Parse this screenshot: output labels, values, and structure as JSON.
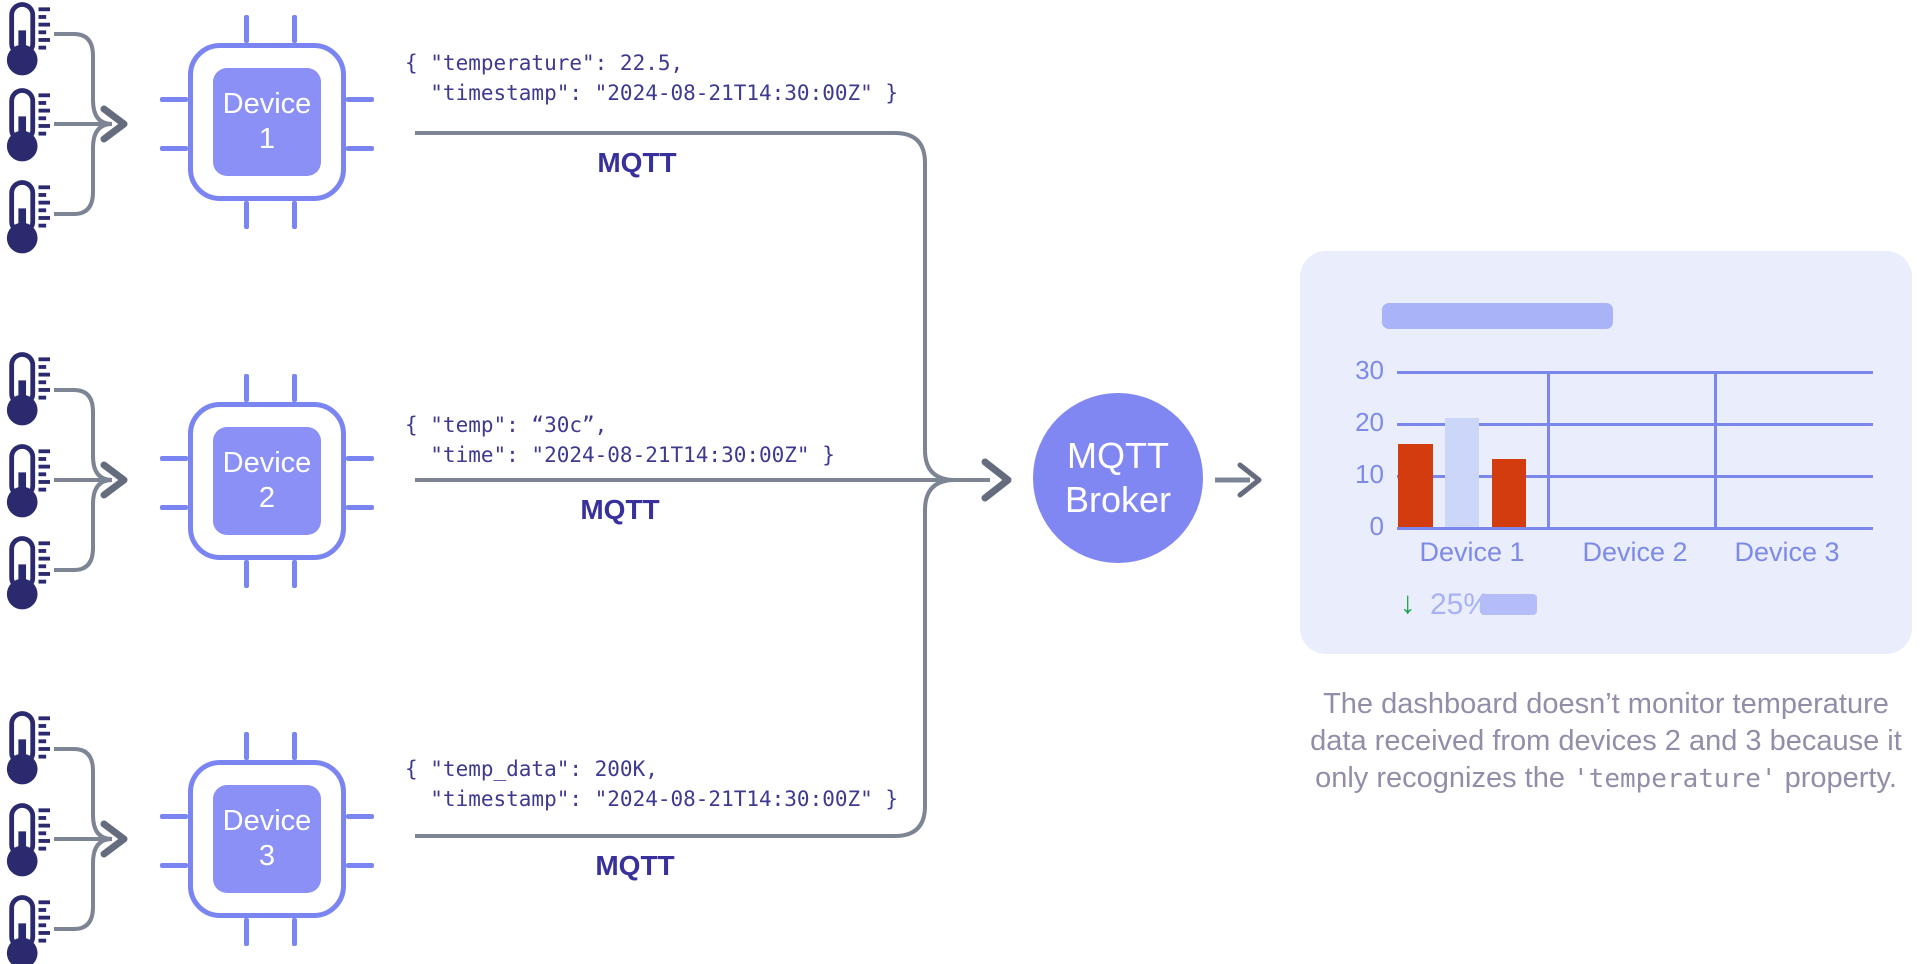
{
  "colors": {
    "chip_outline": "#7b85f1",
    "chip_fill": "#8a90f5",
    "broker_fill": "#8187f2",
    "payload_text": "#3d3a8f",
    "mqtt_label_text": "#38309b",
    "wire_gray": "#7d8494",
    "thermometer": "#2b2a6e",
    "card_background": "#eaedfb",
    "chart_axis": "#7b87ea",
    "chart_label": "#7d8ae8",
    "bar_red": "#d23c0e",
    "bar_lavender": "#ccd6f9",
    "trend_green": "#1ea54c",
    "trend_percent_text": "#a7b1f4"
  },
  "icons": {
    "thermometer": "thermometer-icon",
    "trend_down_arrow": "down-arrow-icon",
    "flow_arrow": "right-arrow-icon"
  },
  "devices": [
    {
      "label_line1": "Device",
      "label_line2": "1",
      "payload_line1": "{ \"temperature\": 22.5,",
      "payload_line2": "  \"timestamp\": \"2024-08-21T14:30:00Z\" }",
      "protocol_label": "MQTT"
    },
    {
      "label_line1": "Device",
      "label_line2": "2",
      "payload_line1": "{ \"temp\": “30c”,",
      "payload_line2": "  \"time\": \"2024-08-21T14:30:00Z\" }",
      "protocol_label": "MQTT"
    },
    {
      "label_line1": "Device",
      "label_line2": "3",
      "payload_line1": "{ \"temp_data\": 200K,",
      "payload_line2": "  \"timestamp\": \"2024-08-21T14:30:00Z\" }",
      "protocol_label": "MQTT"
    }
  ],
  "broker": {
    "label_line1": "MQTT",
    "label_line2": "Broker"
  },
  "chart_data": {
    "type": "bar",
    "categories": [
      "Device 1",
      "Device 2",
      "Device 3"
    ],
    "bars": [
      {
        "category": "Device 1",
        "value": 16,
        "color": "#d23c0e"
      },
      {
        "category": "Device 1",
        "value": 21,
        "color": "#ccd6f9"
      },
      {
        "category": "Device 1",
        "value": 13,
        "color": "#d23c0e"
      }
    ],
    "ylim": [
      0,
      30
    ],
    "yticks": [
      0,
      10,
      20,
      30
    ],
    "ytick_labels": [
      "30",
      "20",
      "10",
      "0"
    ],
    "grid": true,
    "legend": "none",
    "title": ""
  },
  "trend": {
    "arrow": "↓",
    "percent": "25%"
  },
  "caption": {
    "line1": "The dashboard doesn’t monitor temperature",
    "line2": "data received from devices 2 and 3 because it",
    "line3_prefix": "only recognizes the ",
    "line3_code": "'temperature'",
    "line3_suffix": " property."
  }
}
